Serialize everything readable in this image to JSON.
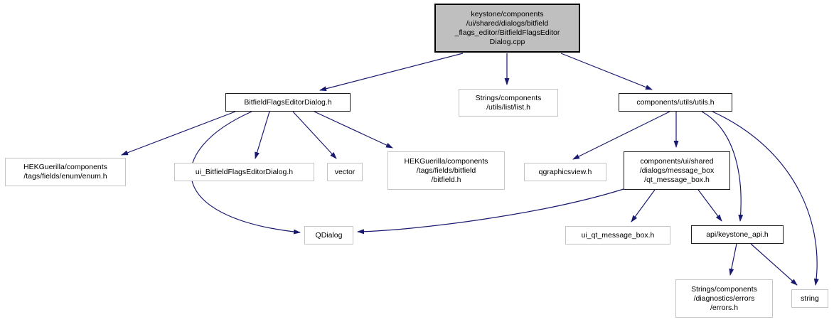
{
  "graph": {
    "type": "include-dependency-graph",
    "background_color": "#ffffff",
    "edge_color": "#191970",
    "main_node_fill": "#bfbfbf",
    "nodes": [
      {
        "id": "main-cpp",
        "label": "keystone/components\n/ui/shared/dialogs/bitfield\n_flags_editor/BitfieldFlagsEditor\nDialog.cpp"
      },
      {
        "id": "bitfield-flags-editor-dialog-h",
        "label": "BitfieldFlagsEditorDialog.h"
      },
      {
        "id": "strings-list-h",
        "label": "Strings/components\n/utils/list/list.h"
      },
      {
        "id": "components-utils-h",
        "label": "components/utils/utils.h"
      },
      {
        "id": "hek-enum-h",
        "label": "HEKGuerilla/components\n/tags/fields/enum/enum.h"
      },
      {
        "id": "ui-bitfield-flags-editor-dialog-h",
        "label": "ui_BitfieldFlagsEditorDialog.h"
      },
      {
        "id": "vector",
        "label": "vector"
      },
      {
        "id": "hek-bitfield-h",
        "label": "HEKGuerilla/components\n/tags/fields/bitfield\n/bitfield.h"
      },
      {
        "id": "qgraphicsview-h",
        "label": "qgraphicsview.h"
      },
      {
        "id": "qt-message-box-h",
        "label": "components/ui/shared\n/dialogs/message_box\n/qt_message_box.h"
      },
      {
        "id": "qdialog",
        "label": "QDialog"
      },
      {
        "id": "ui-qt-message-box-h",
        "label": "ui_qt_message_box.h"
      },
      {
        "id": "api-keystone-api-h",
        "label": "api/keystone_api.h"
      },
      {
        "id": "strings-errors-h",
        "label": "Strings/components\n/diagnostics/errors\n/errors.h"
      },
      {
        "id": "string",
        "label": "string"
      }
    ],
    "edges": [
      {
        "from": "main-cpp",
        "to": "bitfield-flags-editor-dialog-h"
      },
      {
        "from": "main-cpp",
        "to": "strings-list-h"
      },
      {
        "from": "main-cpp",
        "to": "components-utils-h"
      },
      {
        "from": "bitfield-flags-editor-dialog-h",
        "to": "hek-enum-h"
      },
      {
        "from": "bitfield-flags-editor-dialog-h",
        "to": "ui-bitfield-flags-editor-dialog-h"
      },
      {
        "from": "bitfield-flags-editor-dialog-h",
        "to": "vector"
      },
      {
        "from": "bitfield-flags-editor-dialog-h",
        "to": "hek-bitfield-h"
      },
      {
        "from": "bitfield-flags-editor-dialog-h",
        "to": "qdialog"
      },
      {
        "from": "components-utils-h",
        "to": "qgraphicsview-h"
      },
      {
        "from": "components-utils-h",
        "to": "qt-message-box-h"
      },
      {
        "from": "components-utils-h",
        "to": "api-keystone-api-h"
      },
      {
        "from": "components-utils-h",
        "to": "string"
      },
      {
        "from": "qt-message-box-h",
        "to": "qdialog"
      },
      {
        "from": "qt-message-box-h",
        "to": "ui-qt-message-box-h"
      },
      {
        "from": "qt-message-box-h",
        "to": "api-keystone-api-h"
      },
      {
        "from": "api-keystone-api-h",
        "to": "strings-errors-h"
      },
      {
        "from": "api-keystone-api-h",
        "to": "string"
      }
    ]
  }
}
